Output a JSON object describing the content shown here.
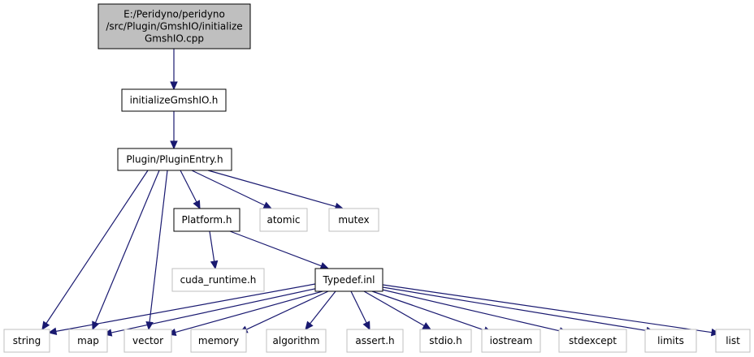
{
  "graph": {
    "colors": {
      "edge": "#191970",
      "root_fill": "#bfbfbf",
      "node_border": "#000000",
      "external_border": "#bfbfbf"
    },
    "nodes": [
      {
        "id": "root",
        "lines": [
          "E:/Peridyno/peridyno",
          "/src/Plugin/GmshIO/initialize",
          "GmshIO.cpp"
        ],
        "style": "root"
      },
      {
        "id": "initializeGmshIO_h",
        "lines": [
          "initializeGmshIO.h"
        ],
        "style": "normal"
      },
      {
        "id": "PluginEntry_h",
        "lines": [
          "Plugin/PluginEntry.h"
        ],
        "style": "normal"
      },
      {
        "id": "Platform_h",
        "lines": [
          "Platform.h"
        ],
        "style": "normal"
      },
      {
        "id": "atomic",
        "lines": [
          "atomic"
        ],
        "style": "external"
      },
      {
        "id": "mutex",
        "lines": [
          "mutex"
        ],
        "style": "external"
      },
      {
        "id": "cuda_runtime_h",
        "lines": [
          "cuda_runtime.h"
        ],
        "style": "external"
      },
      {
        "id": "Typedef_inl",
        "lines": [
          "Typedef.inl"
        ],
        "style": "normal"
      },
      {
        "id": "string",
        "lines": [
          "string"
        ],
        "style": "external"
      },
      {
        "id": "map",
        "lines": [
          "map"
        ],
        "style": "external"
      },
      {
        "id": "vector",
        "lines": [
          "vector"
        ],
        "style": "external"
      },
      {
        "id": "memory",
        "lines": [
          "memory"
        ],
        "style": "external"
      },
      {
        "id": "algorithm",
        "lines": [
          "algorithm"
        ],
        "style": "external"
      },
      {
        "id": "assert_h",
        "lines": [
          "assert.h"
        ],
        "style": "external"
      },
      {
        "id": "stdio_h",
        "lines": [
          "stdio.h"
        ],
        "style": "external"
      },
      {
        "id": "iostream",
        "lines": [
          "iostream"
        ],
        "style": "external"
      },
      {
        "id": "stdexcept",
        "lines": [
          "stdexcept"
        ],
        "style": "external"
      },
      {
        "id": "limits",
        "lines": [
          "limits"
        ],
        "style": "external"
      },
      {
        "id": "list",
        "lines": [
          "list"
        ],
        "style": "external"
      }
    ],
    "edges": [
      [
        "root",
        "initializeGmshIO_h"
      ],
      [
        "initializeGmshIO_h",
        "PluginEntry_h"
      ],
      [
        "PluginEntry_h",
        "Platform_h"
      ],
      [
        "PluginEntry_h",
        "atomic"
      ],
      [
        "PluginEntry_h",
        "mutex"
      ],
      [
        "PluginEntry_h",
        "string"
      ],
      [
        "PluginEntry_h",
        "map"
      ],
      [
        "PluginEntry_h",
        "vector"
      ],
      [
        "Platform_h",
        "cuda_runtime_h"
      ],
      [
        "Platform_h",
        "Typedef_inl"
      ],
      [
        "Typedef_inl",
        "string"
      ],
      [
        "Typedef_inl",
        "map"
      ],
      [
        "Typedef_inl",
        "vector"
      ],
      [
        "Typedef_inl",
        "memory"
      ],
      [
        "Typedef_inl",
        "algorithm"
      ],
      [
        "Typedef_inl",
        "assert_h"
      ],
      [
        "Typedef_inl",
        "stdio_h"
      ],
      [
        "Typedef_inl",
        "iostream"
      ],
      [
        "Typedef_inl",
        "stdexcept"
      ],
      [
        "Typedef_inl",
        "limits"
      ],
      [
        "Typedef_inl",
        "list"
      ]
    ]
  }
}
